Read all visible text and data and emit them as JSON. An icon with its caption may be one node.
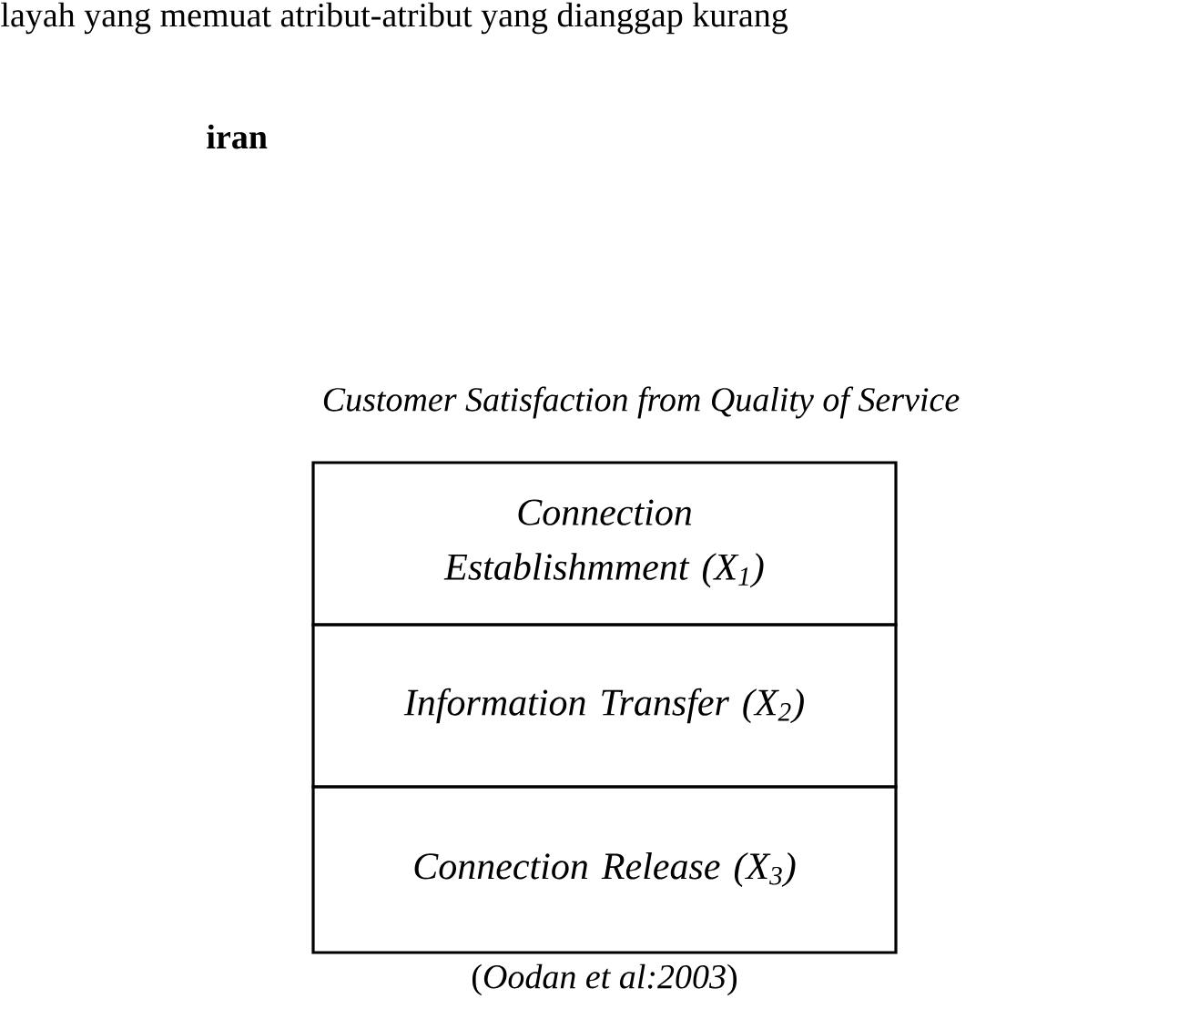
{
  "diagram": {
    "title": "Customer Satisfaction from Quality of Service",
    "caption": "(*Oodan et al:2003*)",
    "nodes": [
      {
        "text": [
          "Connection Establishmment (X$_{1}$)"
        ]
      },
      {
        "text": [
          "Information Transfer (X$_{2}$)"
        ]
      },
      {
        "text": [
          "Connection Release (X$_{3}$)"
        ]
      }
    ],
    "edges": [],
    "labels": [
      "layah yang memuat atribut-atribut yang dianggap kurang",
      "iran"
    ]
  }
}
